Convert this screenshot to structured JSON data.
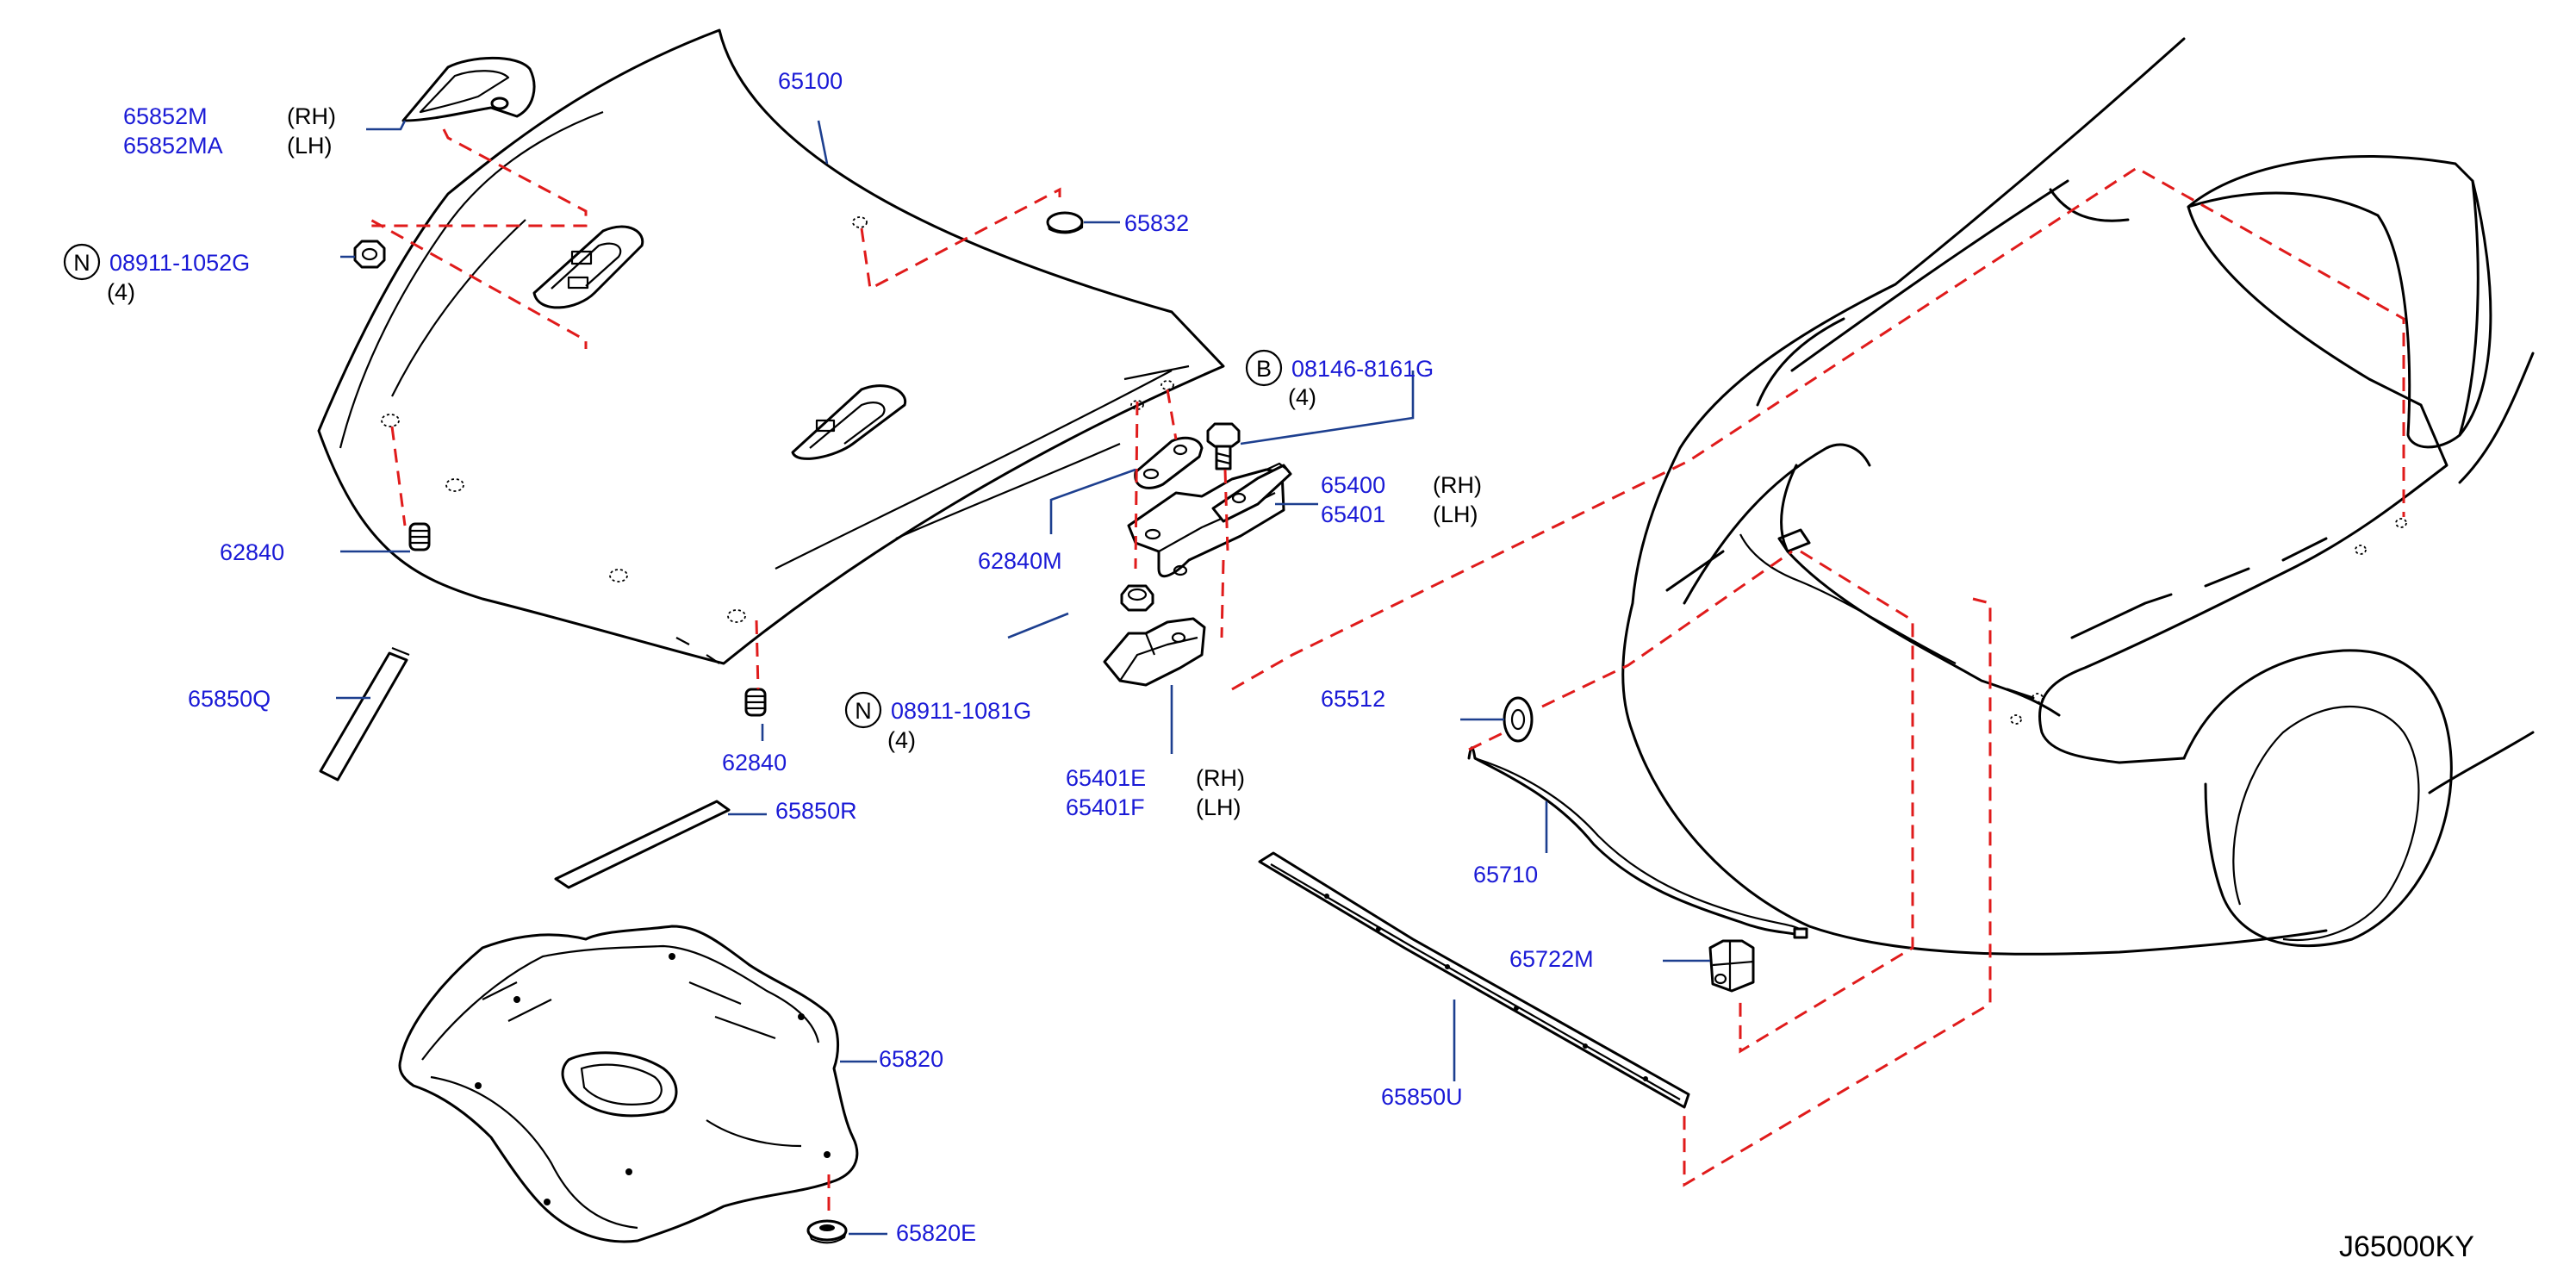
{
  "diagram": {
    "code": "J65000KY",
    "callouts": {
      "p65852m": "65852M",
      "p65852ma": "65852MA",
      "p65852m_side": "(RH)",
      "p65852ma_side": "(LH)",
      "p65100": "65100",
      "p65832": "65832",
      "nut_symbol": "N",
      "p08911_1052g": "08911-1052G",
      "p08911_1052g_qty": "(4)",
      "bolt_symbol": "B",
      "p08146_8161g": "08146-8161G",
      "p08146_8161g_qty": "(4)",
      "p65400": "65400",
      "p65401": "65401",
      "p65400_side": "(RH)",
      "p65401_side": "(LH)",
      "p62840_top": "62840",
      "p62840m": "62840M",
      "p65850q": "65850Q",
      "p62840_bottom": "62840",
      "nut2_symbol": "N",
      "p08911_1081g": "08911-1081G",
      "p08911_1081g_qty": "(4)",
      "p65401e": "65401E",
      "p65401f": "65401F",
      "p65401e_side": "(RH)",
      "p65401f_side": "(LH)",
      "p65512": "65512",
      "p65850r": "65850R",
      "p65710": "65710",
      "p65722m": "65722M",
      "p65820": "65820",
      "p65850u": "65850U",
      "p65820e": "65820E"
    }
  }
}
